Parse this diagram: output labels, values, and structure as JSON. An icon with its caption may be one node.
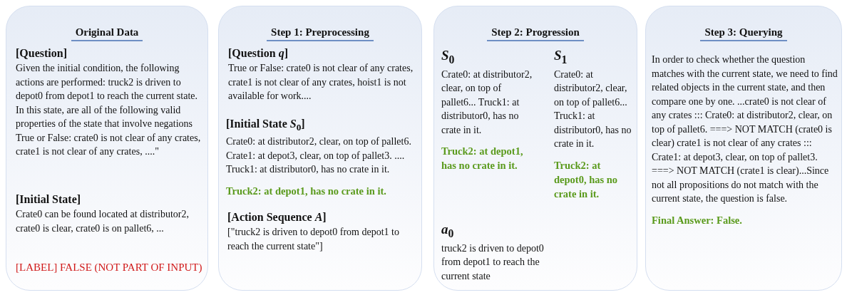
{
  "diagram": {
    "nodes": [
      {
        "text": [
          "Original Data"
        ]
      },
      {
        "text": [
          "[Question]",
          "Given the initial condition, the following actions are performed: truck2 is driven to depot0 from depot1 to reach the current state. In this state, are all of the following valid properties of the state that involve negations True or False: crate0 is not clear of any crates, crate1 is not clear of any crates, ....\""
        ],
        "in": 0
      },
      {
        "text": [
          "[Initial State]",
          "Crate0 can be found located at distributor2, crate0 is clear, crate0 is on pallet6,  ..."
        ],
        "in": 0
      },
      {
        "text": [
          "[LABEL] FALSE (NOT PART OF INPUT)"
        ],
        "in": 0
      },
      {
        "text": [
          "Step 1: Preprocessing"
        ]
      },
      {
        "text": [
          "[Question *q*]",
          "True or False: crate0 is not clear of any crates, crate1 is not clear of any crates,  hoist1 is not available for work...."
        ],
        "in": 4
      },
      {
        "text": [
          "[Initial State *S*$_{0}$]",
          "Crate0: at distributor2, clear, on top of pallet6. Crate1: at depot3, clear, on top of pallet3. .... Truck1: at distributor0, has no crate in it.",
          "Truck2: at depot1, has no crate in it."
        ],
        "in": 4
      },
      {
        "text": [
          "[Action Sequence *A*]",
          "[\"truck2 is driven to depot0 from depot1 to reach the current state\"]"
        ],
        "in": 4
      },
      {
        "text": [
          "Step 2: Progression"
        ]
      },
      {
        "text": [
          "*S*$_{0}$",
          "Crate0: at distributor2, clear, on top of pallet6... Truck1: at distributor0, has no crate in it.",
          "Truck2: at depot1, has no crate in it."
        ],
        "in": 8
      },
      {
        "text": [
          "*S*$_{1}$",
          "Crate0: at distributor2, clear, on top of pallet6... Truck1: at distributor0, has no crate in it.",
          "Truck2: at depot0, has no crate in it."
        ],
        "in": 8
      },
      {
        "text": [
          "*a*$_{0}$",
          "truck2 is driven to depot0 from depot1 to reach the current state"
        ],
        "in": 8
      },
      {
        "text": [
          "Step 3: Querying"
        ]
      },
      {
        "text": [
          "In order to check whether the question matches with the current state, we need to find related objects in the current state, and then compare one by one. ...crate0 is not clear of any crates ::: Crate0: at distributor2, clear, on top of pallet6. ===> NOT MATCH (crate0 is clear) crate1 is not clear of any crates ::: Crate1: at depot3, clear, on top of pallet3. ===> NOT MATCH (crate1 is clear)...Since not all propositions do not match with the current state, the question is false.",
          "Final Answer: False."
        ],
        "in": 12
      }
    ]
  }
}
